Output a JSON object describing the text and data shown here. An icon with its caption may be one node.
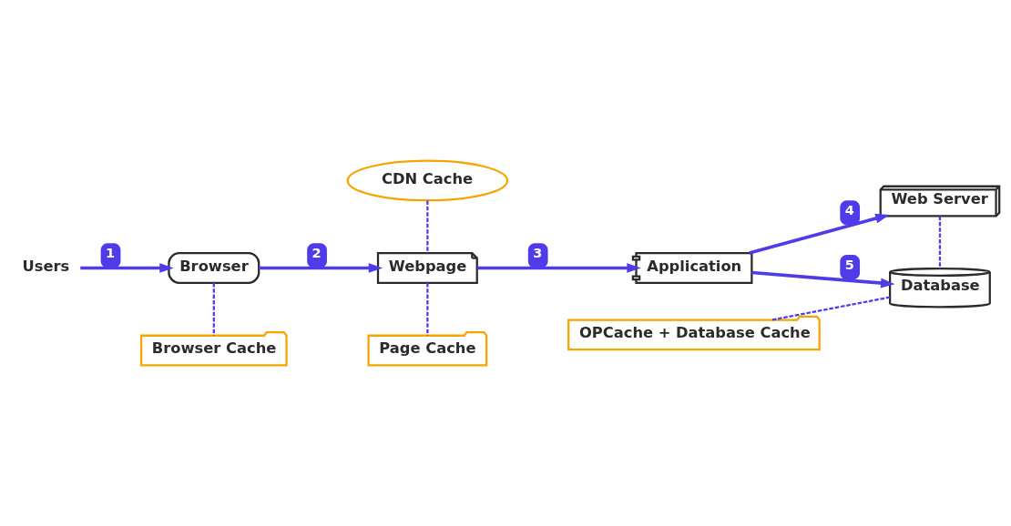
{
  "diagram": {
    "nodes": [
      {
        "text": [
          "Users"
        ]
      },
      {
        "text": [
          "Browser"
        ]
      },
      {
        "text": [
          "Webpage"
        ]
      },
      {
        "text": [
          "CDN Cache"
        ]
      },
      {
        "text": [
          "Application"
        ]
      },
      {
        "text": [
          "Web Server"
        ]
      },
      {
        "text": [
          "Database"
        ]
      },
      {
        "text": [
          "Browser Cache"
        ]
      },
      {
        "text": [
          "Page Cache"
        ]
      },
      {
        "text": [
          "OPCache + Database Cache"
        ]
      }
    ],
    "edges": [
      {
        "from": 0,
        "to": 1,
        "arrow": "to",
        "label": "1"
      },
      {
        "from": 1,
        "to": 2,
        "arrow": "to",
        "label": "2"
      },
      {
        "from": 2,
        "to": 4,
        "arrow": "to",
        "label": "3"
      },
      {
        "from": 4,
        "to": 5,
        "arrow": "to",
        "label": "4"
      },
      {
        "from": 4,
        "to": 6,
        "arrow": "to",
        "label": "5"
      },
      {
        "from": 3,
        "to": 2,
        "arrow": "none",
        "style": "dashed"
      },
      {
        "from": 1,
        "to": 7,
        "arrow": "none",
        "style": "dashed"
      },
      {
        "from": 2,
        "to": 8,
        "arrow": "none",
        "style": "dashed"
      },
      {
        "from": 5,
        "to": 6,
        "arrow": "none",
        "style": "dashed"
      },
      {
        "from": 6,
        "to": 9,
        "arrow": "none",
        "style": "dashed"
      }
    ]
  }
}
